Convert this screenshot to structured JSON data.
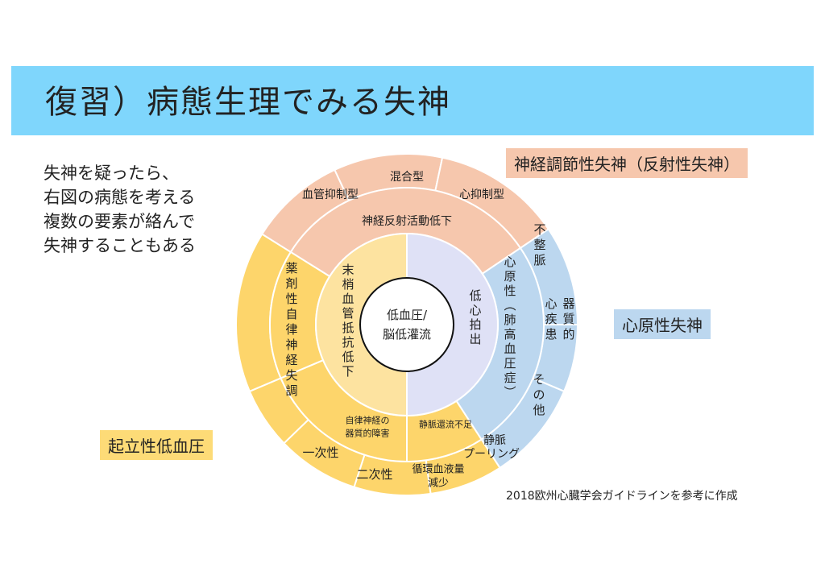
{
  "title": "復習）病態生理でみる失神",
  "intro_lines": [
    "失神を疑ったら、",
    "右図の病態を考える",
    "複数の要素が絡んで",
    "失神することもある"
  ],
  "badges": {
    "neural": "神経調節性失神（反射性失神）",
    "cardiac": "心原性失神",
    "ortho": "起立性低血圧"
  },
  "source": "2018欧州心臓学会ガイドラインを参考に作成",
  "center": [
    "低血圧/",
    "脳低灌流"
  ],
  "inner": {
    "peripheral": "末梢血管抵抗低下",
    "cardiac_output": "低心拍出"
  },
  "middle": {
    "neural_reflex": "神経反射活動低下",
    "cardiogenic": "心原性（肺高血圧症）",
    "venous_return": "静脈還流不足",
    "autonomic": [
      "自律神経の",
      "器質的障害"
    ]
  },
  "outer": {
    "vasodepressor": "血管抑制型",
    "mixed": "混合型",
    "cardioinhibitory": "心抑制型",
    "arrhythmia": "不整脈",
    "structural": [
      "器質的",
      "心疾患"
    ],
    "other": "その他",
    "venous_pooling": [
      "静脈",
      "プーリング"
    ],
    "volume_loss": [
      "循環血液量",
      "減少"
    ],
    "secondary": "二次性",
    "primary": "一次性",
    "drug_induced": "薬剤性自律神経失調"
  },
  "colors": {
    "banner": "#7fd6fc",
    "neural": "#f6c7ad",
    "cardiac": "#bcd7ef",
    "cardiac_inner": "#dfe1f6",
    "ortho": "#fdd56b",
    "ortho_inner": "#fde3a0",
    "stroke": "#ffffff"
  }
}
